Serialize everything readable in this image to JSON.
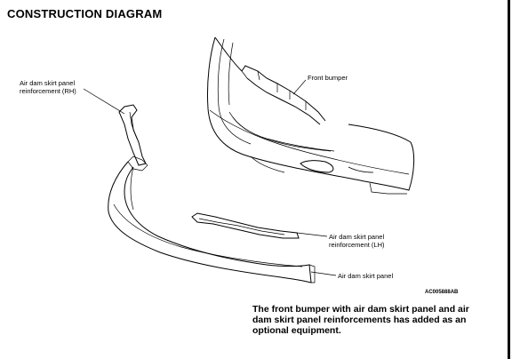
{
  "page": {
    "title": "CONSTRUCTION DIAGRAM",
    "diagram_code": "AC005888AB",
    "caption": "The front bumper with air dam skirt panel and air dam skirt panel reinforcements has added as an optional equipment."
  },
  "labels": {
    "reinforcement_rh_line1": "Air dam skirt panel",
    "reinforcement_rh_line2": "reinforcement (RH)",
    "front_bumper": "Front bumper",
    "reinforcement_lh_line1": "Air dam skirt panel",
    "reinforcement_lh_line2": "reinforcement (LH)",
    "skirt_panel": "Air dam skirt panel"
  },
  "colors": {
    "ink": "#000000",
    "background": "#ffffff"
  }
}
